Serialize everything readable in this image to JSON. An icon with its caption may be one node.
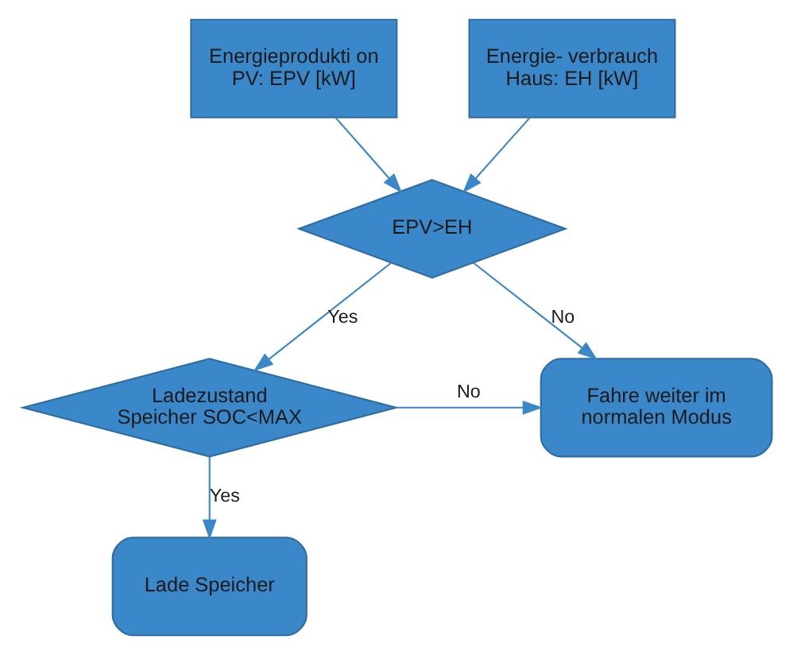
{
  "diagram": {
    "nodes": [
      {
        "text": [
          "Energieprodukti on PV: EPV [kW]"
        ]
      },
      {
        "text": [
          "Energie- verbrauch Haus: EH [kW]"
        ]
      },
      {
        "text": [
          "EPV>EH"
        ]
      },
      {
        "text": [
          "Fahre weiter im normalen Modus"
        ]
      },
      {
        "text": [
          "Ladezustand Speicher SOC<MAX"
        ]
      },
      {
        "text": [
          "Lade Speicher"
        ]
      }
    ],
    "edges": [
      {
        "from": 0,
        "to": 2,
        "arrow": "to"
      },
      {
        "from": 1,
        "to": 2,
        "arrow": "to"
      },
      {
        "from": 2,
        "to": 3,
        "label": "No",
        "arrow": "to"
      },
      {
        "from": 2,
        "to": 4,
        "label": "Yes",
        "arrow": "to"
      },
      {
        "from": 4,
        "to": 3,
        "label": "No",
        "arrow": "to"
      },
      {
        "from": 4,
        "to": 5,
        "label": "Yes",
        "arrow": "to"
      }
    ]
  }
}
